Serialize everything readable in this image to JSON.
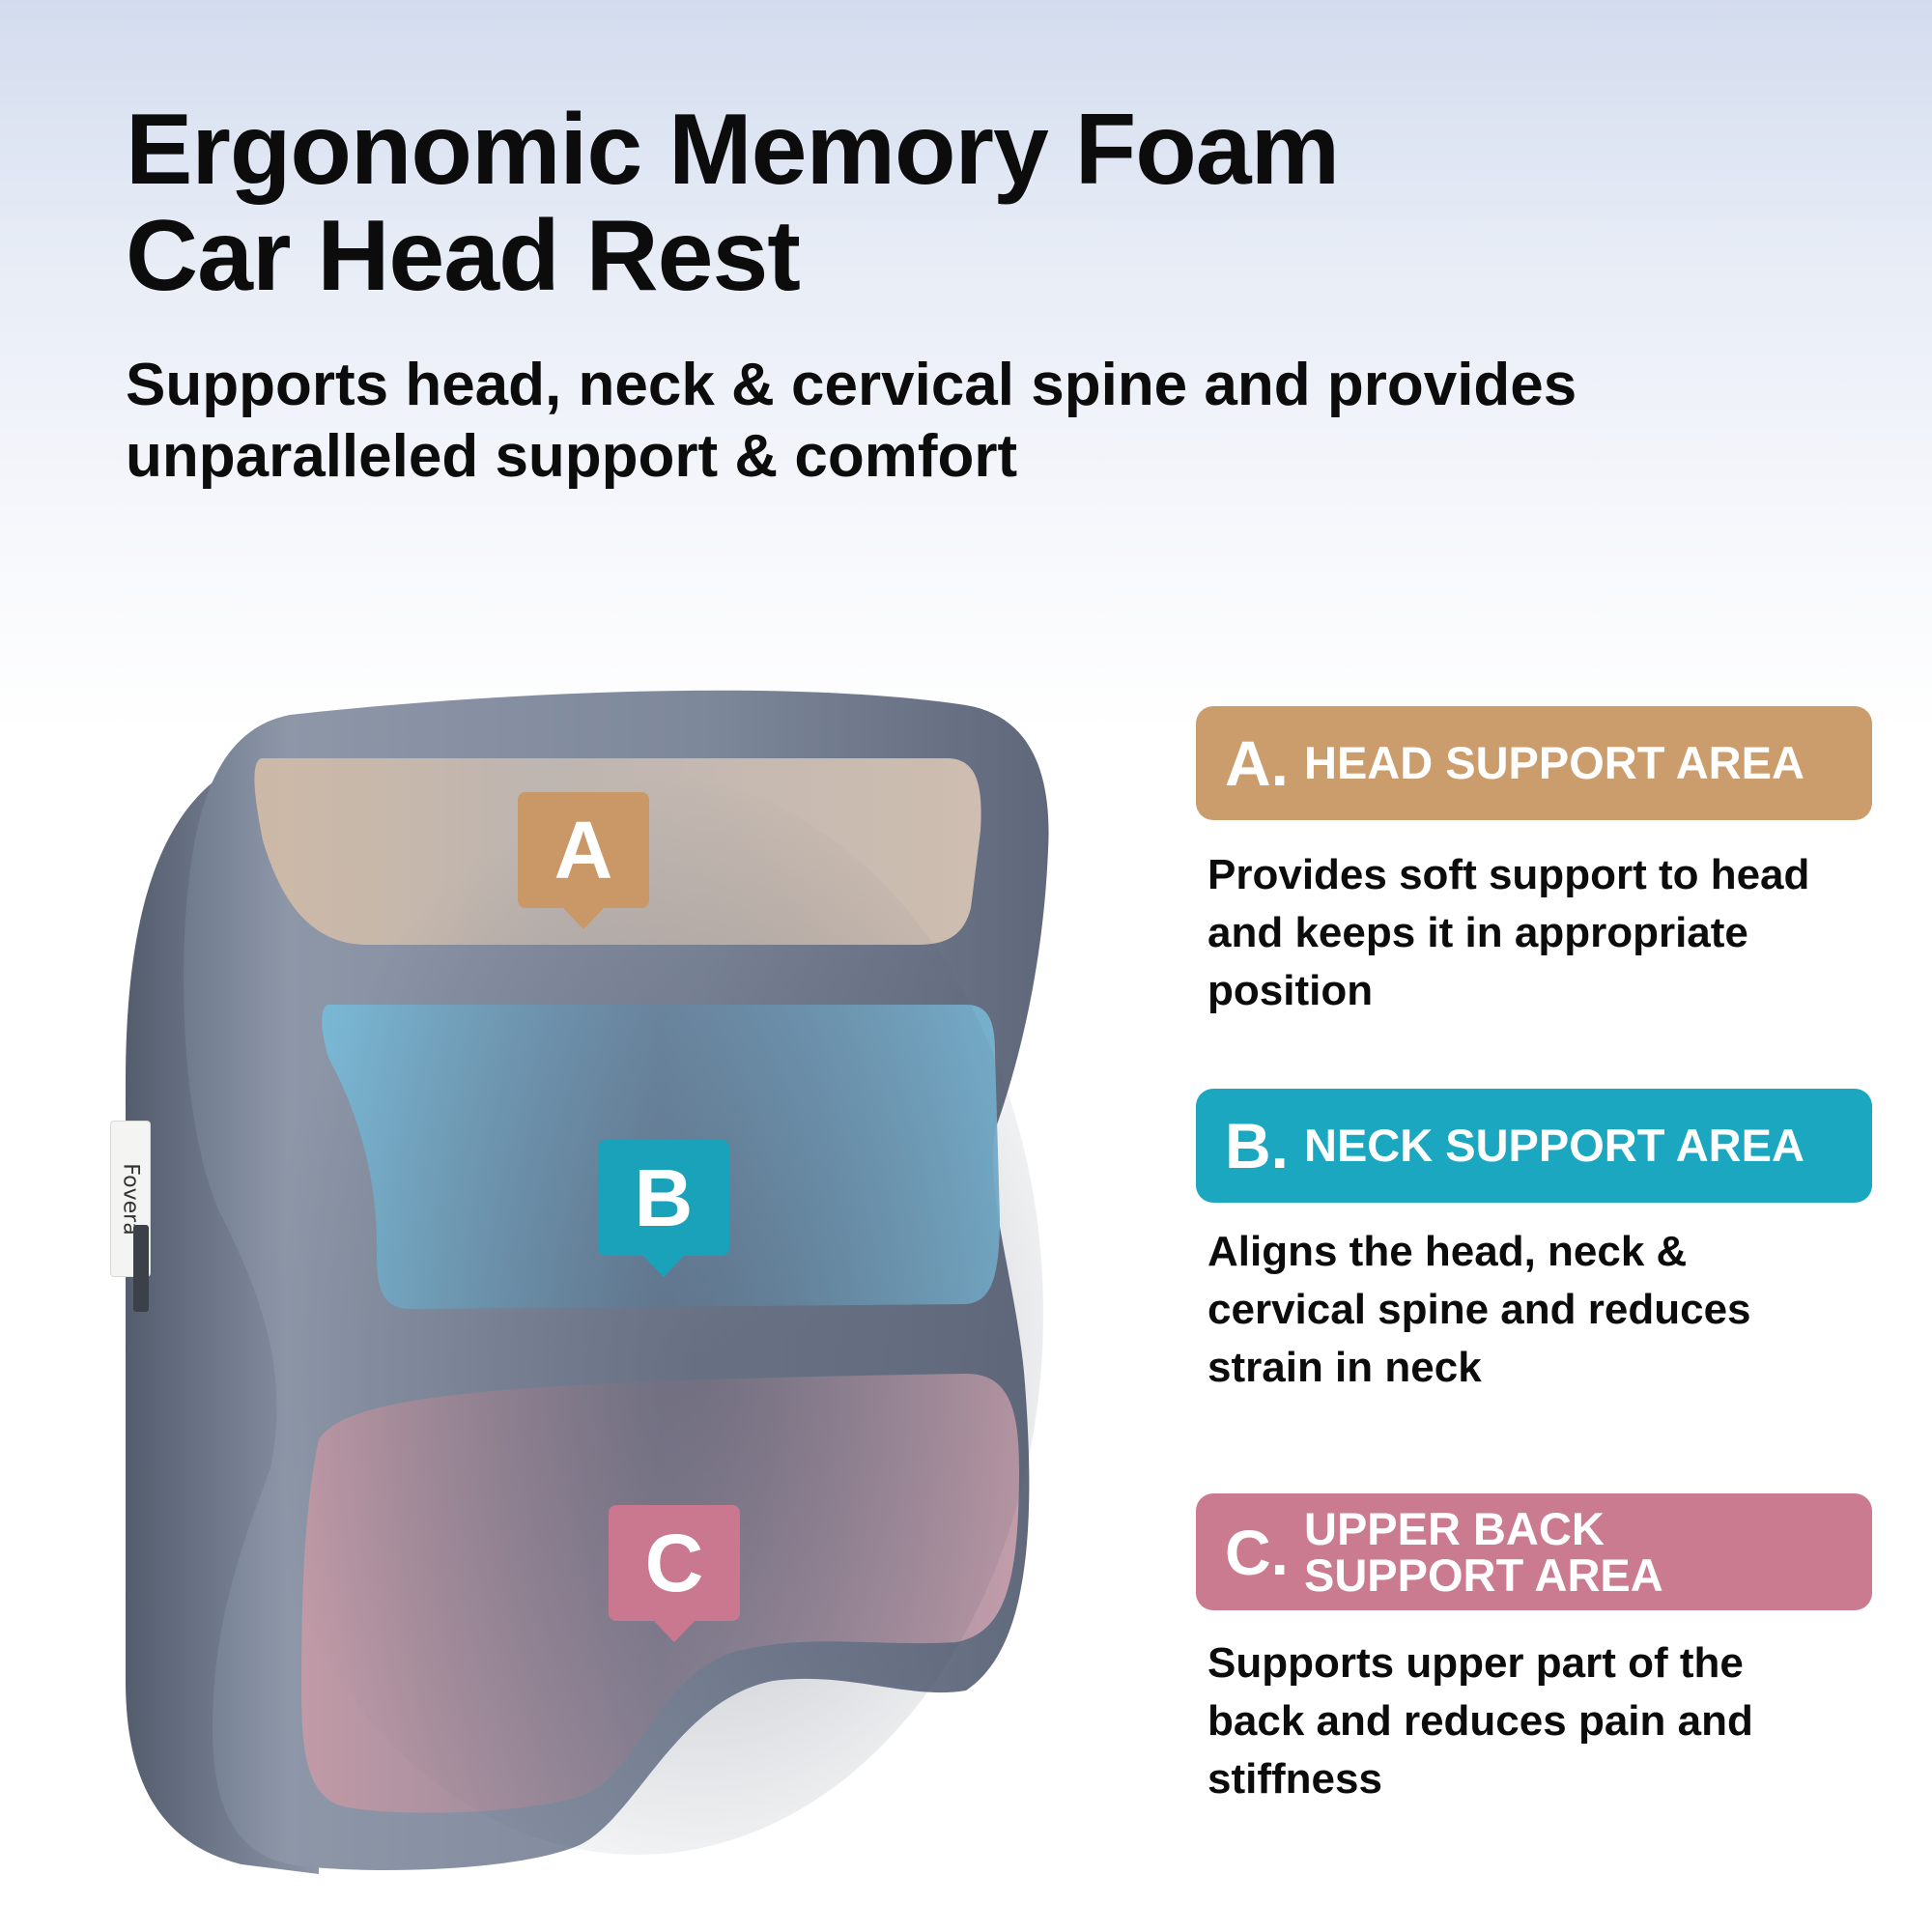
{
  "header": {
    "title_line1": "Ergonomic Memory Foam",
    "title_line2": "Car Head Rest",
    "subtitle_line1": "Supports head, neck & cervical spine and provides",
    "subtitle_line2": "unparalleled support & comfort"
  },
  "pillow": {
    "brand_tag": "Fovera",
    "markers": {
      "a": "A",
      "b": "B",
      "c": "C"
    }
  },
  "zones": {
    "a": {
      "letter": "A.",
      "label": "HEAD SUPPORT AREA",
      "desc_line1": "Provides soft support to head",
      "desc_line2": "and keeps it in appropriate",
      "desc_line3": "position",
      "color": "#cb9c6c"
    },
    "b": {
      "letter": "B.",
      "label": "NECK SUPPORT AREA",
      "desc_line1": "Aligns the head, neck &",
      "desc_line2": "cervical spine and reduces",
      "desc_line3": "strain in neck",
      "color": "#1aa7bf"
    },
    "c": {
      "letter": "C.",
      "label_line1": "UPPER BACK",
      "label_line2": "SUPPORT AREA",
      "desc_line1": "Supports upper part of the",
      "desc_line2": "back and reduces pain and",
      "desc_line3": "stiffness",
      "color": "#cb7b90"
    }
  }
}
